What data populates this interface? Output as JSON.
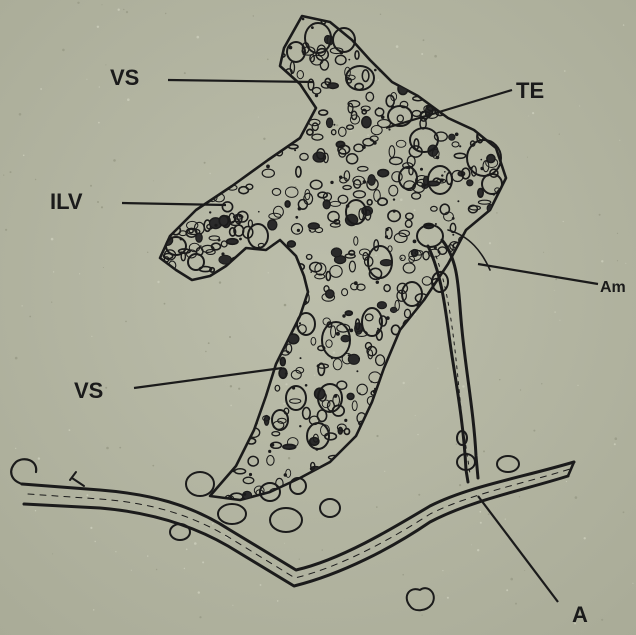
{
  "figure": {
    "background": "#b7b9a6",
    "ink": "#1b1b1b",
    "labels": {
      "vs_top": "VS",
      "te": "TE",
      "ilv": "ILV",
      "am": "Am",
      "vs_bottom": "VS",
      "a": "A"
    }
  }
}
